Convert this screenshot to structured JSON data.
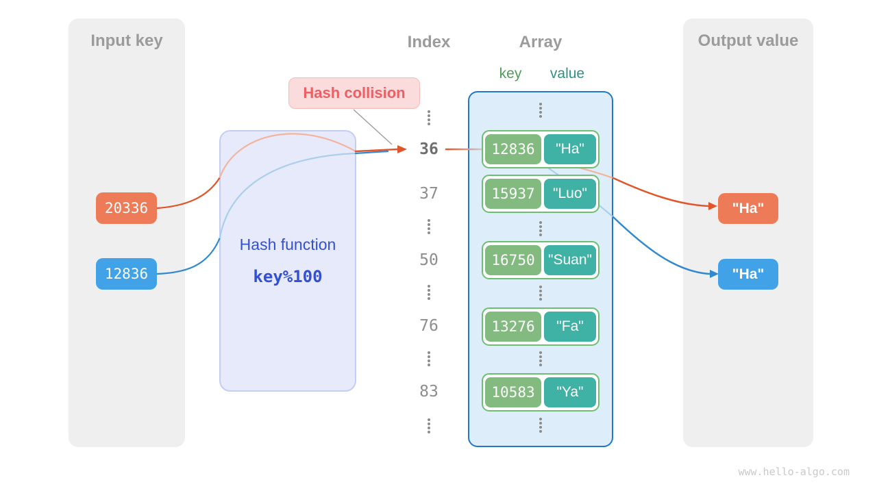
{
  "input_panel": {
    "title": "Input key",
    "keys": [
      {
        "label": "20336",
        "color": "#ee7b58"
      },
      {
        "label": "12836",
        "color": "#41a2e8"
      }
    ]
  },
  "hash_function": {
    "title": "Hash function",
    "formula": "key%100"
  },
  "collision": {
    "label": "Hash collision",
    "bg": "#fadcdc",
    "text_color": "#ea6065"
  },
  "index_column": {
    "title": "Index",
    "highlighted_row": "36",
    "rows": [
      "36",
      "37",
      "50",
      "76",
      "83"
    ]
  },
  "array": {
    "title": "Array",
    "key_header": "key",
    "value_header": "value",
    "pairs": [
      {
        "key": "12836",
        "value": "\"Ha\""
      },
      {
        "key": "15937",
        "value": "\"Luo\""
      },
      {
        "key": "16750",
        "value": "\"Suan\""
      },
      {
        "key": "13276",
        "value": "\"Fa\""
      },
      {
        "key": "10583",
        "value": "\"Ya\""
      }
    ],
    "key_color": "#83ba7f",
    "value_color": "#3fb1a5",
    "border_color": "#2077c8"
  },
  "output_panel": {
    "title": "Output value",
    "values": [
      {
        "label": "\"Ha\"",
        "color": "#ee7b58"
      },
      {
        "label": "\"Ha\"",
        "color": "#41a2e8"
      }
    ]
  },
  "arrows": {
    "orange": "#e2552b",
    "orange_faded": "#f2b49d",
    "blue": "#2f88d0",
    "blue_faded": "#abcfeb",
    "callout_line": "#999999"
  },
  "watermark": "www.hello-algo.com"
}
